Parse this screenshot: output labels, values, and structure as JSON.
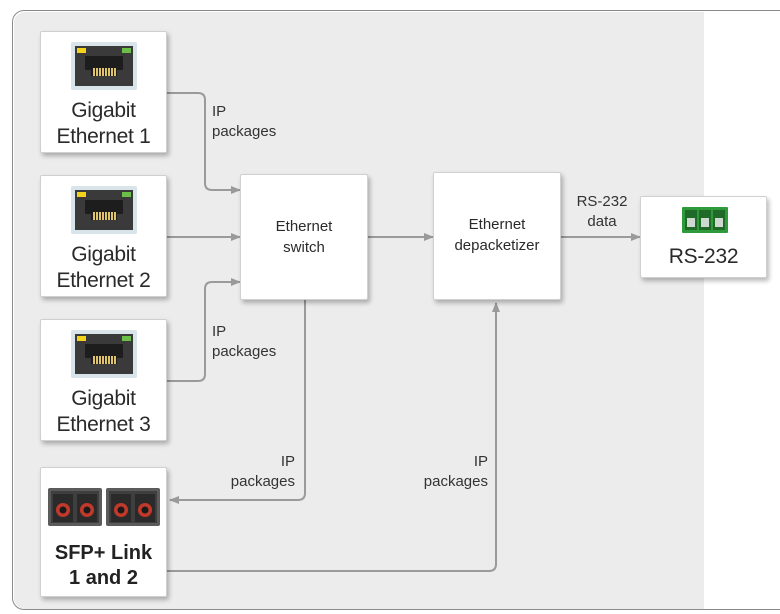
{
  "nodes": {
    "gbe1": {
      "line1": "Gigabit",
      "line2": "Ethernet 1"
    },
    "gbe2": {
      "line1": "Gigabit",
      "line2": "Ethernet 2"
    },
    "gbe3": {
      "line1": "Gigabit",
      "line2": "Ethernet 3"
    },
    "sfp": {
      "line1": "SFP+ Link",
      "line2": "1 and 2"
    },
    "switch": {
      "line1": "Ethernet",
      "line2": "switch"
    },
    "depacketizer": {
      "line1": "Ethernet",
      "line2": "depacketizer"
    },
    "rs232": {
      "label": "RS-232"
    }
  },
  "edges": {
    "gbe1_to_switch": "IP\npackages",
    "gbe3_to_switch": "IP\npackages",
    "switch_to_sfp": "IP\npackages",
    "sfp_to_depacketizer": "IP\npackages",
    "depacketizer_to_rs232": "RS-232\ndata"
  },
  "colors": {
    "panel": "#ececec",
    "wire": "#9a9a9a",
    "led_yellow": "#f2d21b",
    "led_green": "#6cc04a",
    "rs232_connector": "#2f9a3a"
  },
  "icons": {
    "ethernet": "rj45-port-icon",
    "sfp": "sfp-duplex-port-icon",
    "rs232": "terminal-block-icon"
  }
}
